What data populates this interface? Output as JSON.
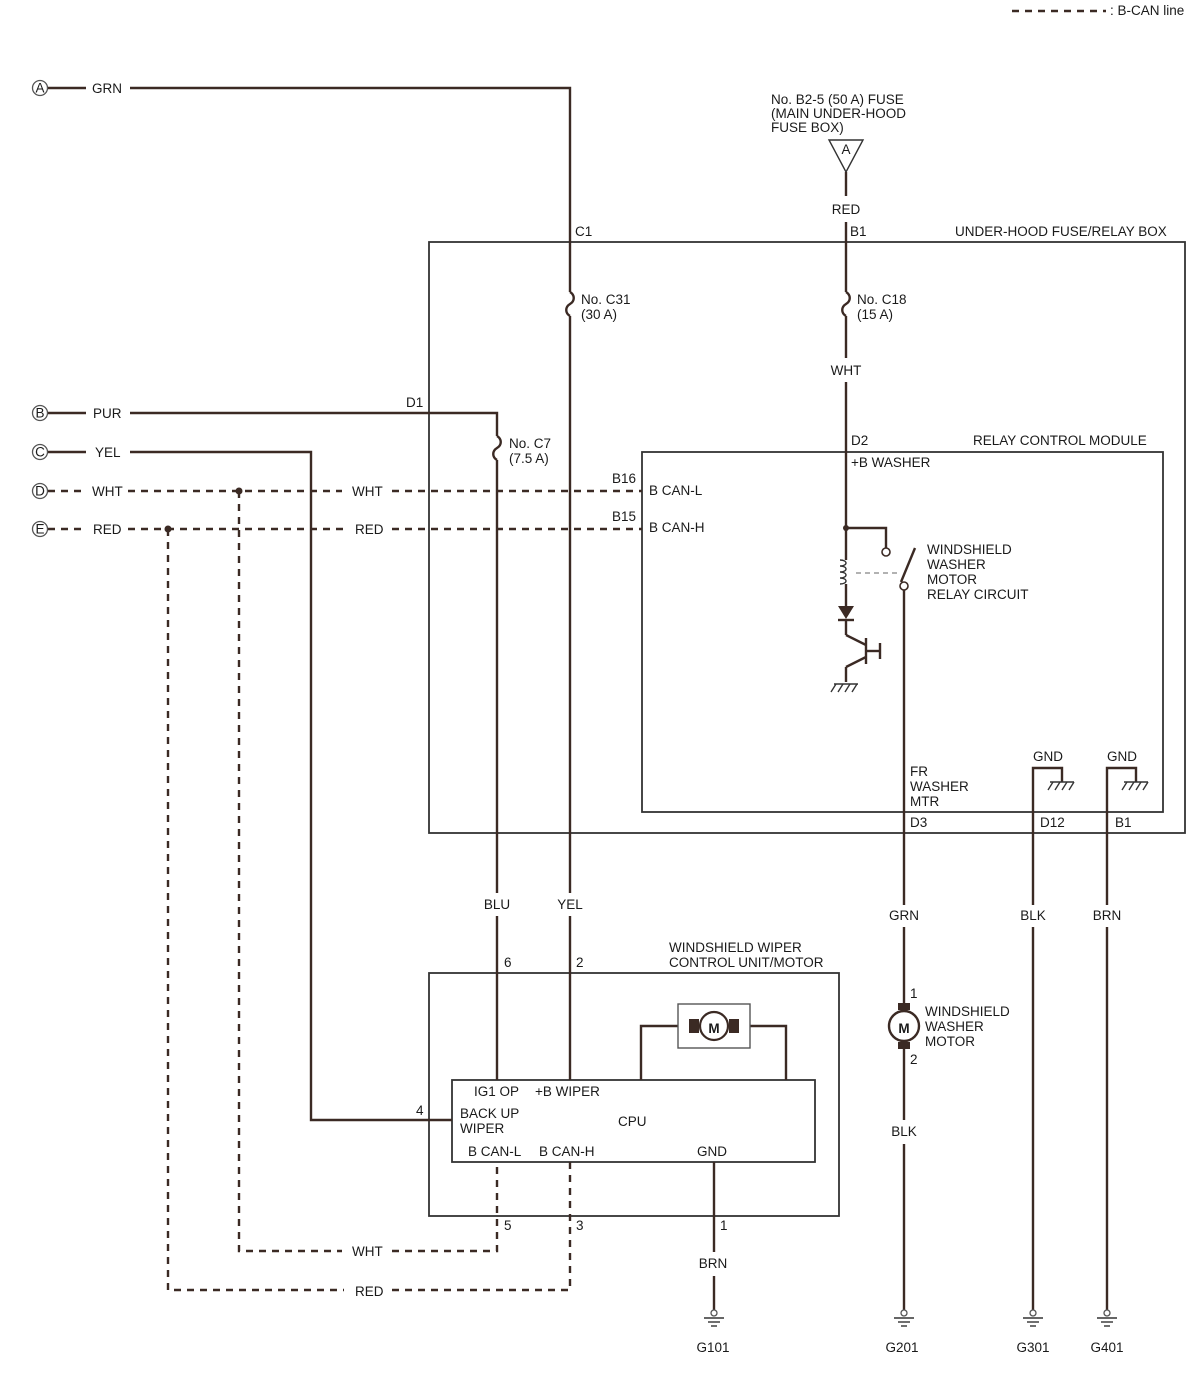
{
  "legend": {
    "bcan_line": ": B-CAN line"
  },
  "connectors": {
    "a": {
      "id": "A",
      "wire": "GRN"
    },
    "b": {
      "id": "B",
      "wire": "PUR"
    },
    "c": {
      "id": "C",
      "wire": "YEL"
    },
    "d": {
      "id": "D",
      "wire": "WHT"
    },
    "e": {
      "id": "E",
      "wire": "RED"
    }
  },
  "fuse_source": {
    "line1": "No. B2-5 (50 A) FUSE",
    "line2": "(MAIN UNDER-HOOD",
    "line3": "FUSE BOX)",
    "symbol": "A",
    "wire": "RED"
  },
  "fuse_relay_box": {
    "title": "UNDER-HOOD FUSE/RELAY BOX",
    "pins": {
      "c1": "C1",
      "b1_top": "B1",
      "d1": "D1",
      "d3": "D3",
      "d12": "D12",
      "b1_bottom": "B1"
    },
    "fuse_c31": {
      "name": "No. C31",
      "rating": "(30 A)"
    },
    "fuse_c18": {
      "name": "No. C18",
      "rating": "(15 A)"
    },
    "fuse_c7": {
      "name": "No. C7",
      "rating": "(7.5 A)"
    },
    "wire_wht_c18": "WHT",
    "wire_wht_d": "WHT",
    "wire_red_e": "RED"
  },
  "relay_module": {
    "title": "RELAY CONTROL MODULE",
    "pin_d2": "D2",
    "b_washer": "+B WASHER",
    "pin_b16": "B16",
    "can_l": "B CAN-L",
    "pin_b15": "B15",
    "can_h": "B CAN-H",
    "relay_label": [
      "WINDSHIELD",
      "WASHER",
      "MOTOR",
      "RELAY CIRCUIT"
    ],
    "fr_washer": [
      "FR",
      "WASHER",
      "MTR"
    ],
    "gnd1": "GND",
    "gnd2": "GND"
  },
  "lower_wires": {
    "blu": "BLU",
    "yel": "YEL",
    "grn": "GRN",
    "blk": "BLK",
    "brn": "BRN",
    "blk_motor": "BLK",
    "brn_g101": "BRN",
    "wht_bottom": "WHT",
    "red_bottom": "RED"
  },
  "wiper_unit": {
    "title_line1": "WINDSHIELD WIPER",
    "title_line2": "CONTROL UNIT/MOTOR",
    "pin6": "6",
    "pin2": "2",
    "pin4": "4",
    "pin5": "5",
    "pin3": "3",
    "pin1": "1",
    "ig1_op": "IG1 OP",
    "b_wiper": "+B WIPER",
    "backup1": "BACK UP",
    "backup2": "WIPER",
    "cpu": "CPU",
    "can_l": "B CAN-L",
    "can_h": "B CAN-H",
    "gnd": "GND",
    "motor_symbol": "M"
  },
  "washer_motor": {
    "pin1": "1",
    "pin2": "2",
    "symbol": "M",
    "label": [
      "WINDSHIELD",
      "WASHER",
      "MOTOR"
    ]
  },
  "grounds": {
    "g101": "G101",
    "g201": "G201",
    "g301": "G301",
    "g401": "G401"
  }
}
